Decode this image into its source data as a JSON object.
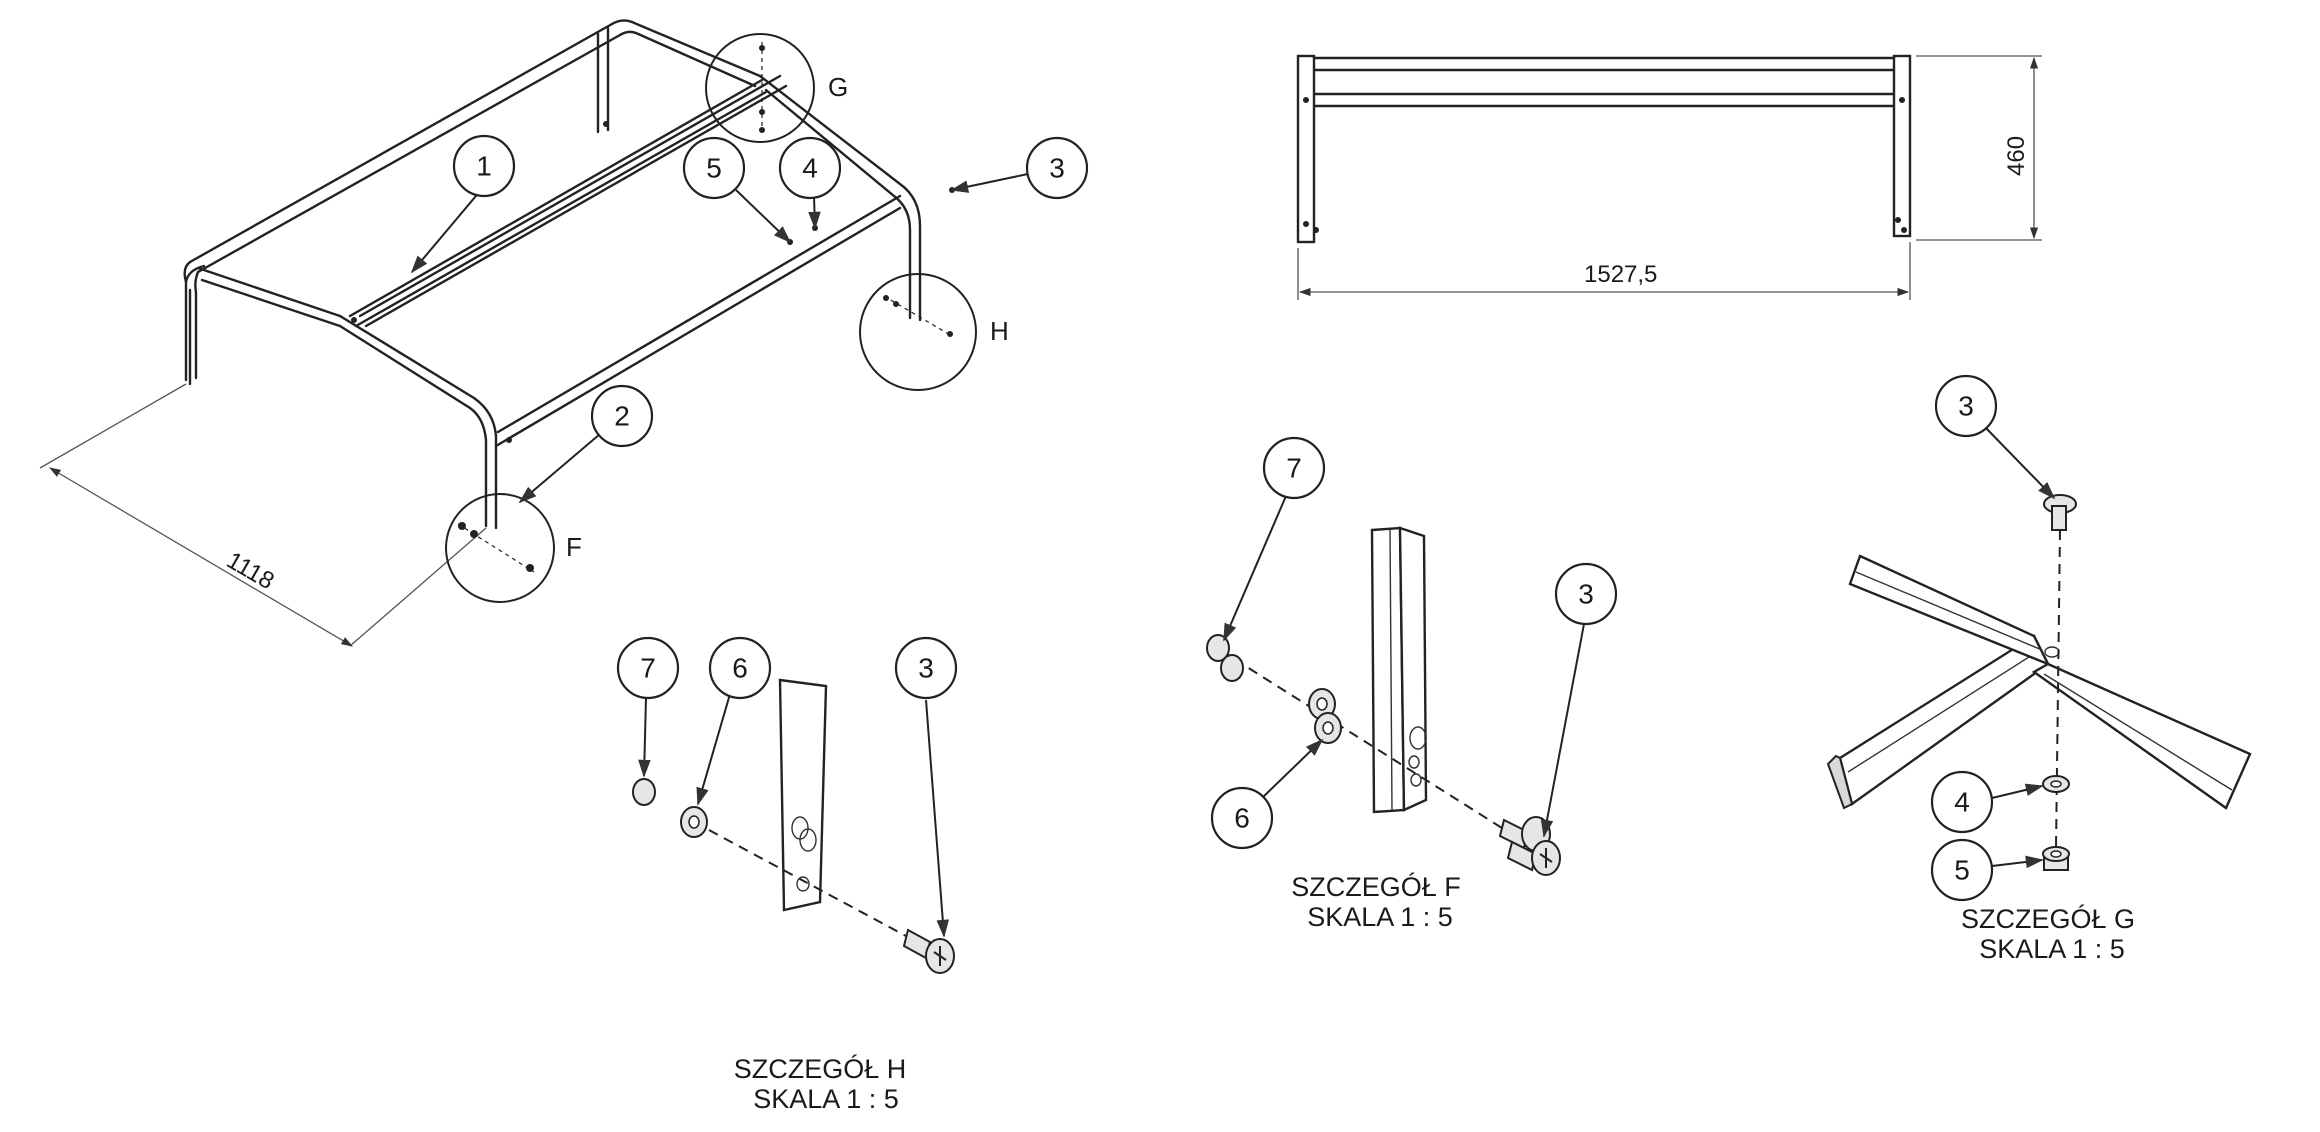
{
  "main_view": {
    "balloons": [
      {
        "id": "b-main-1",
        "label": "1"
      },
      {
        "id": "b-main-2",
        "label": "2"
      },
      {
        "id": "b-main-3",
        "label": "3"
      },
      {
        "id": "b-main-4",
        "label": "4"
      },
      {
        "id": "b-main-5",
        "label": "5"
      }
    ],
    "detail_letters": {
      "G": "G",
      "H": "H",
      "F": "F"
    },
    "dimension_1118": "1118"
  },
  "front_view": {
    "dimension_width": "1527,5",
    "dimension_height": "460"
  },
  "detail_h": {
    "balloons": {
      "seven": "7",
      "six": "6",
      "three": "3"
    },
    "title": "SZCZEGÓŁ H",
    "scale": "SKALA 1 : 5"
  },
  "detail_f": {
    "balloons": {
      "seven": "7",
      "six": "6",
      "three": "3"
    },
    "title": "SZCZEGÓŁ F",
    "scale": "SKALA 1 : 5"
  },
  "detail_g": {
    "balloons": {
      "three": "3",
      "four": "4",
      "five": "5"
    },
    "title": "SZCZEGÓŁ G",
    "scale": "SKALA 1 : 5"
  }
}
